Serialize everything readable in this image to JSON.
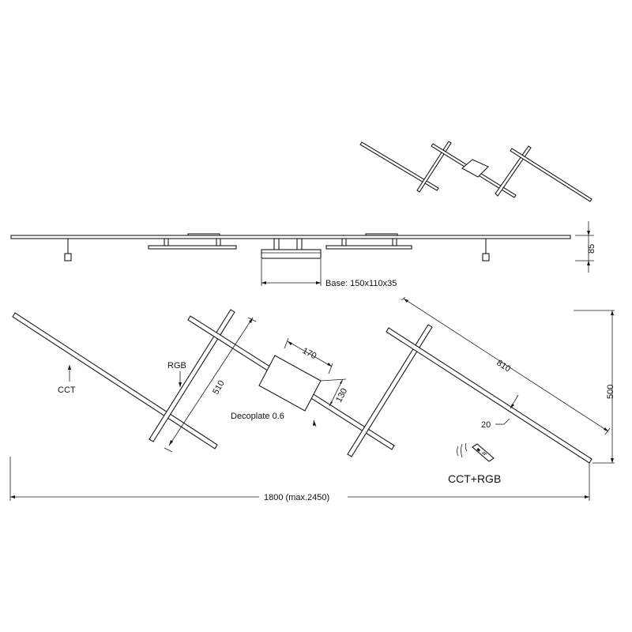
{
  "colors": {
    "line": "#1a1a1a",
    "background": "#ffffff"
  },
  "labels": {
    "base": "Base: 150x110x35",
    "height_85": "85",
    "cct": "CCT",
    "rgb": "RGB",
    "dim_510": "510",
    "dim_170": "170",
    "dim_130": "130",
    "decoplate": "Decoplate 0.6",
    "dim_810": "810",
    "dim_20": "20",
    "dim_500": "500",
    "remote_mode": "CCT+RGB",
    "total_width": "1800 (max.2450)"
  },
  "icons": {
    "remote": "remote-control-icon"
  }
}
